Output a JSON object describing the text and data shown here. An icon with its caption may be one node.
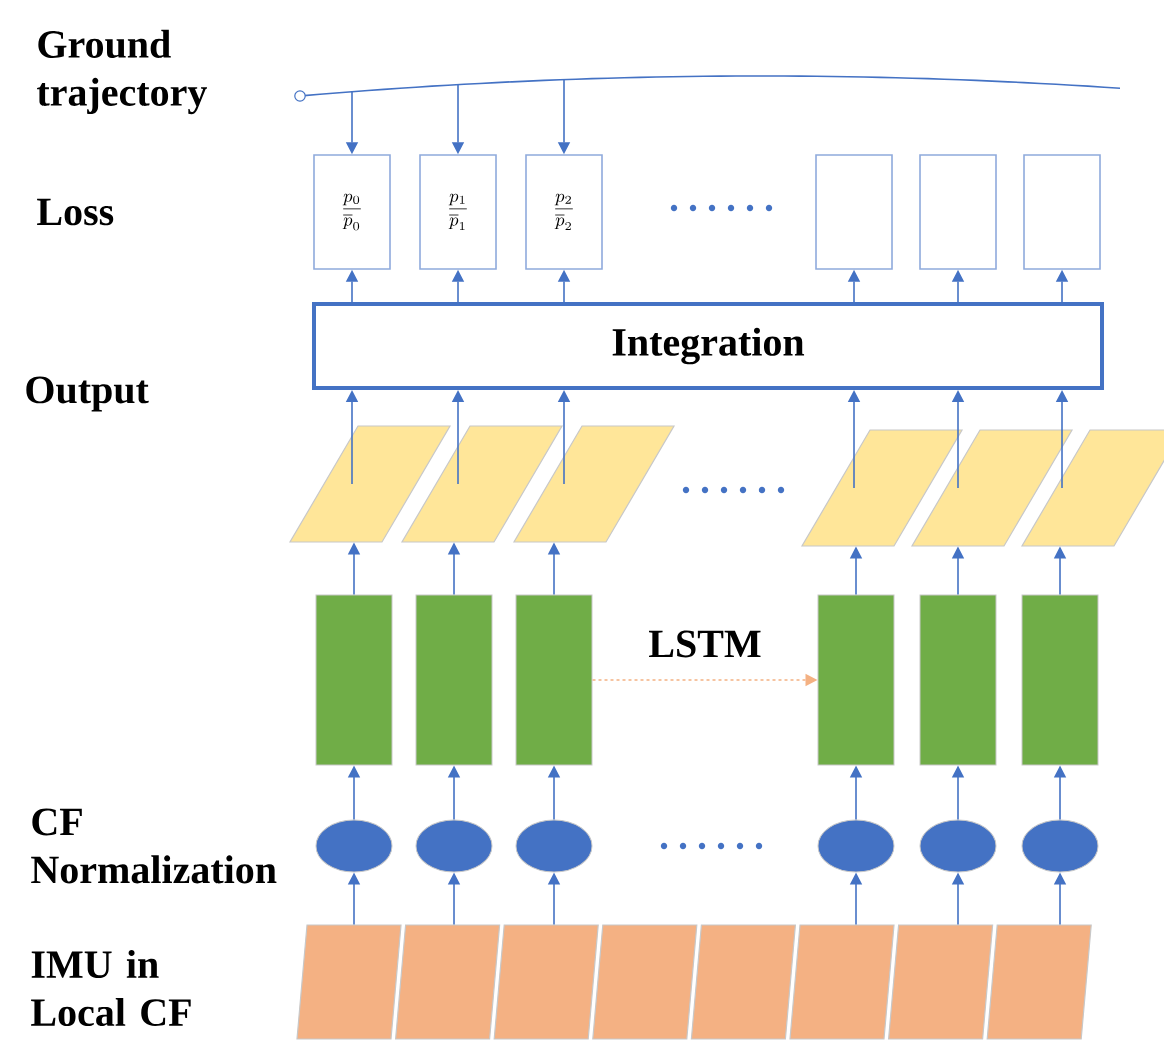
{
  "diagram": {
    "nodes": [
      {
        "text": [],
        "shape": "line"
      },
      {
        "text": [
          "\\frac{p_0}{\\overline{p}_0}"
        ]
      },
      {
        "text": [
          "\\frac{p_1}{\\overline{p}_1}"
        ]
      },
      {
        "text": [
          "\\frac{p_2}{\\overline{p}_2}"
        ]
      },
      {
        "text": [],
        "shape": "box"
      },
      {
        "text": [],
        "shape": "box"
      },
      {
        "text": [],
        "shape": "box"
      },
      {
        "text": [
          "Integration"
        ]
      },
      {
        "text": [],
        "shape": "parallelogram"
      },
      {
        "text": [],
        "shape": "parallelogram"
      },
      {
        "text": [],
        "shape": "parallelogram"
      },
      {
        "text": [],
        "shape": "parallelogram"
      },
      {
        "text": [],
        "shape": "parallelogram"
      },
      {
        "text": [],
        "shape": "parallelogram"
      },
      {
        "text": [],
        "shape": "box"
      },
      {
        "text": [],
        "shape": "box"
      },
      {
        "text": [],
        "shape": "box"
      },
      {
        "text": [],
        "shape": "box"
      },
      {
        "text": [],
        "shape": "box"
      },
      {
        "text": [],
        "shape": "box"
      },
      {
        "text": [],
        "shape": "ellipse"
      },
      {
        "text": [],
        "shape": "ellipse"
      },
      {
        "text": [],
        "shape": "ellipse"
      },
      {
        "text": [],
        "shape": "ellipse"
      },
      {
        "text": [],
        "shape": "ellipse"
      },
      {
        "text": [],
        "shape": "ellipse"
      },
      {
        "text": [],
        "shape": "parallelogram"
      },
      {
        "text": [],
        "shape": "parallelogram"
      },
      {
        "text": [],
        "shape": "parallelogram"
      },
      {
        "text": [],
        "shape": "parallelogram"
      },
      {
        "text": [],
        "shape": "parallelogram"
      },
      {
        "text": [],
        "shape": "parallelogram"
      },
      {
        "text": [],
        "shape": "parallelogram"
      },
      {
        "text": [],
        "shape": "parallelogram"
      }
    ],
    "edges": [
      {
        "from": 0,
        "to": 1,
        "arrow": "to"
      },
      {
        "from": 0,
        "to": 2,
        "arrow": "to"
      },
      {
        "from": 0,
        "to": 3,
        "arrow": "to"
      },
      {
        "from": 7,
        "to": 1,
        "arrow": "to"
      },
      {
        "from": 7,
        "to": 2,
        "arrow": "to"
      },
      {
        "from": 7,
        "to": 3,
        "arrow": "to"
      },
      {
        "from": 7,
        "to": 4,
        "arrow": "to"
      },
      {
        "from": 7,
        "to": 5,
        "arrow": "to"
      },
      {
        "from": 7,
        "to": 6,
        "arrow": "to"
      },
      {
        "from": 8,
        "to": 7,
        "arrow": "to"
      },
      {
        "from": 9,
        "to": 7,
        "arrow": "to"
      },
      {
        "from": 10,
        "to": 7,
        "arrow": "to"
      },
      {
        "from": 11,
        "to": 7,
        "arrow": "to"
      },
      {
        "from": 12,
        "to": 7,
        "arrow": "to"
      },
      {
        "from": 13,
        "to": 7,
        "arrow": "to"
      },
      {
        "from": 14,
        "to": 8,
        "arrow": "to"
      },
      {
        "from": 15,
        "to": 9,
        "arrow": "to"
      },
      {
        "from": 16,
        "to": 10,
        "arrow": "to"
      },
      {
        "from": 17,
        "to": 11,
        "arrow": "to"
      },
      {
        "from": 18,
        "to": 12,
        "arrow": "to"
      },
      {
        "from": 19,
        "to": 13,
        "arrow": "to"
      },
      {
        "from": 16,
        "to": 17,
        "arrow": "to",
        "label": "LSTM",
        "style": "dashed",
        "color": "#f4b183"
      },
      {
        "from": 20,
        "to": 14,
        "arrow": "to"
      },
      {
        "from": 21,
        "to": 15,
        "arrow": "to"
      },
      {
        "from": 22,
        "to": 16,
        "arrow": "to"
      },
      {
        "from": 23,
        "to": 17,
        "arrow": "to"
      },
      {
        "from": 24,
        "to": 18,
        "arrow": "to"
      },
      {
        "from": 25,
        "to": 19,
        "arrow": "to"
      },
      {
        "from": 26,
        "to": 20,
        "arrow": "to"
      },
      {
        "from": 27,
        "to": 21,
        "arrow": "to"
      },
      {
        "from": 28,
        "to": 22,
        "arrow": "to"
      },
      {
        "from": 31,
        "to": 23,
        "arrow": "to"
      },
      {
        "from": 32,
        "to": 24,
        "arrow": "to"
      },
      {
        "from": 33,
        "to": 25,
        "arrow": "to"
      }
    ],
    "labels": [
      "Ground trajectory",
      "Loss",
      "Output",
      "CF Normalization",
      "IMU in Local CF"
    ]
  }
}
